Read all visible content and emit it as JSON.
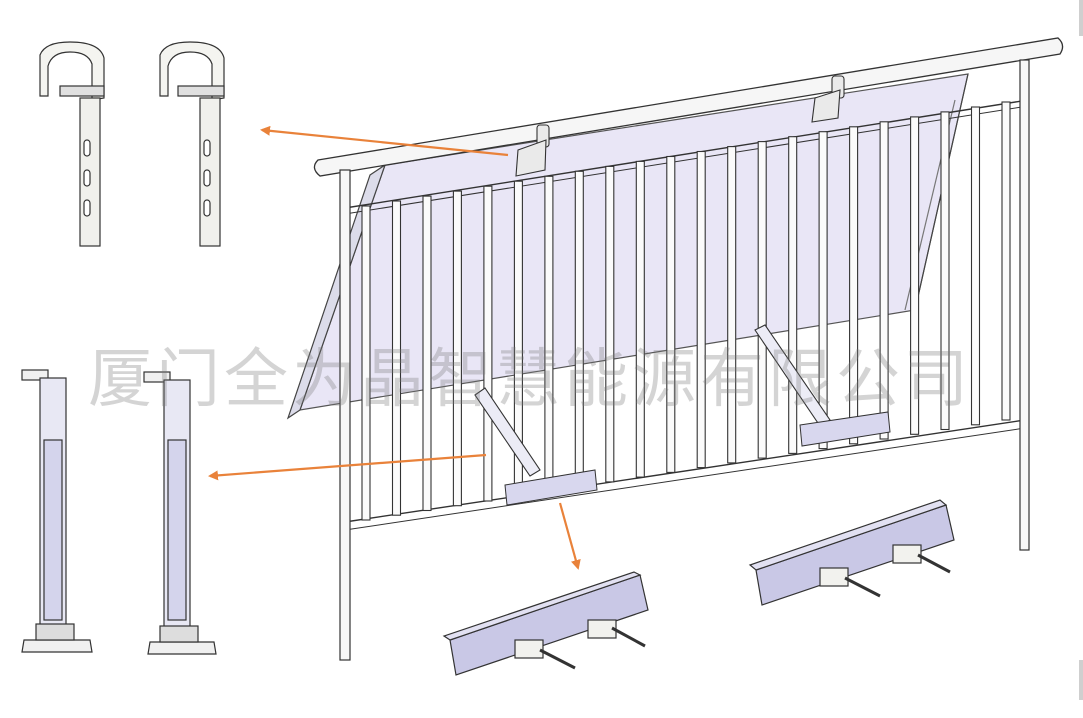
{
  "watermark": {
    "text": "厦门全为晶智慧能源有限公司"
  },
  "colors": {
    "arrow": "#e9823a",
    "panel": "#e9e6f6",
    "line": "#333333",
    "rail": "#c9c8e6",
    "metal": "#f4f4f0"
  },
  "parts": {
    "rail_hook": "hook-bracket",
    "support_leg": "adjustable-leg",
    "clamp_rail": "strut-channel-clamp"
  }
}
